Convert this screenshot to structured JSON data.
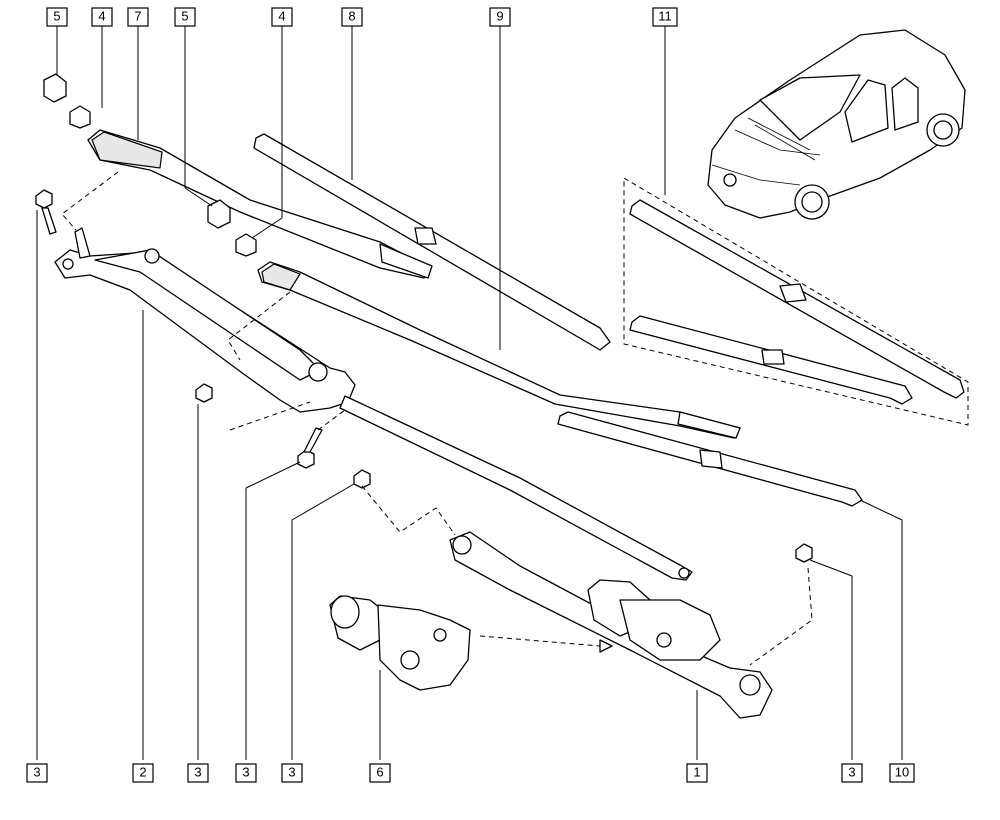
{
  "callouts": {
    "c5a": "5",
    "c4a": "4",
    "c7": "7",
    "c5b": "5",
    "c4b": "4",
    "c8": "8",
    "c9": "9",
    "c11": "11",
    "c3a": "3",
    "c2": "2",
    "c3b": "3",
    "c3c": "3",
    "c3d": "3",
    "c6": "6",
    "c1": "1",
    "c3e": "3",
    "c10": "10"
  }
}
